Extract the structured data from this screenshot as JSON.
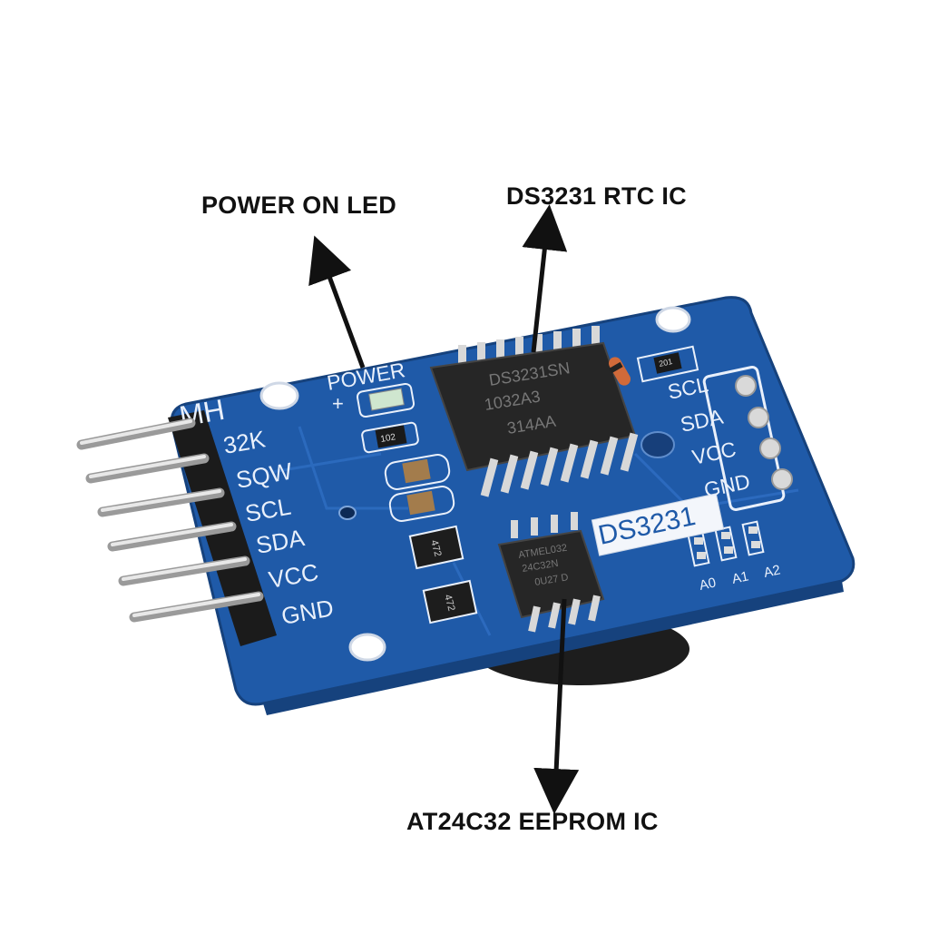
{
  "callouts": {
    "power_led": "POWER ON LED",
    "rtc_ic": "DS3231 RTC IC",
    "eeprom_ic": "AT24C32 EEPROM IC"
  },
  "board": {
    "logo": "MH",
    "power_label": "POWER",
    "power_plus": "+",
    "left_pins": [
      "32K",
      "SQW",
      "SCL",
      "SDA",
      "VCC",
      "GND"
    ],
    "right_pins": [
      "SCL",
      "SDA",
      "VCC",
      "GND"
    ],
    "model_label": "DS3231",
    "rtc_chip_marking": [
      "DS3231SN",
      "1032A3",
      "314AA"
    ],
    "eeprom_chip_marking": [
      "ATMEL032",
      "24C32N",
      "0U27 D"
    ],
    "resistor_102": "102",
    "resistor_pack_1": "472",
    "resistor_pack_2": "472",
    "small_resistor": "201",
    "address_pads": [
      "A0",
      "A1",
      "A2"
    ]
  },
  "colors": {
    "pcb": "#1f5aa8",
    "pcb_dark": "#16427d",
    "pcb_trace": "#2d6cc0",
    "silkscreen": "#e9f0fb",
    "header": "#1b1b1b",
    "pins": "#c9c9c9",
    "arrow": "#111111",
    "chip": "#262626"
  }
}
